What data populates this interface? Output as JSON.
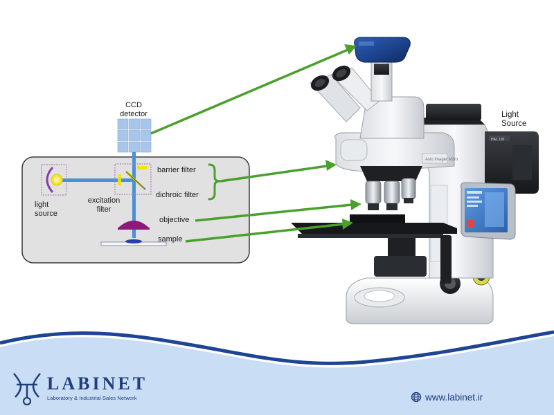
{
  "diagram": {
    "labels": {
      "ccd_detector": "CCD\ndetector",
      "barrier_filter": "barrier filter",
      "dichroic_filter": "dichroic filter",
      "objective": "objective",
      "sample": "sample",
      "light_source_left": "light\nsource",
      "excitation_filter": "excitation\nfilter",
      "light_source_right": "Light\nSource"
    },
    "colors": {
      "arrow": "#4aa02c",
      "bracket": "#4aa02c",
      "panel_fill": "#e1e1e1",
      "panel_border": "#3b3b3b",
      "beam": "#4a90d9",
      "objective_lens": "#8a1b7a",
      "ccd_grid": "#a8c6ea",
      "source_purple": "#8a3ea5",
      "source_yellow": "#f6e400"
    },
    "microscope": {
      "stand_label": "Axio Imager M2m",
      "lamp_label": "HAL 100"
    }
  },
  "footer": {
    "brand": {
      "name": "LABINET",
      "tagline": "Laboratory & Industrial Sales Network"
    },
    "website": {
      "text": "www.labinet.ir",
      "icon": "globe-icon"
    },
    "colors": {
      "wave_light": "#c9ddf4",
      "wave_dark": "#1e4494",
      "brand_text": "#1f3e7a"
    }
  }
}
